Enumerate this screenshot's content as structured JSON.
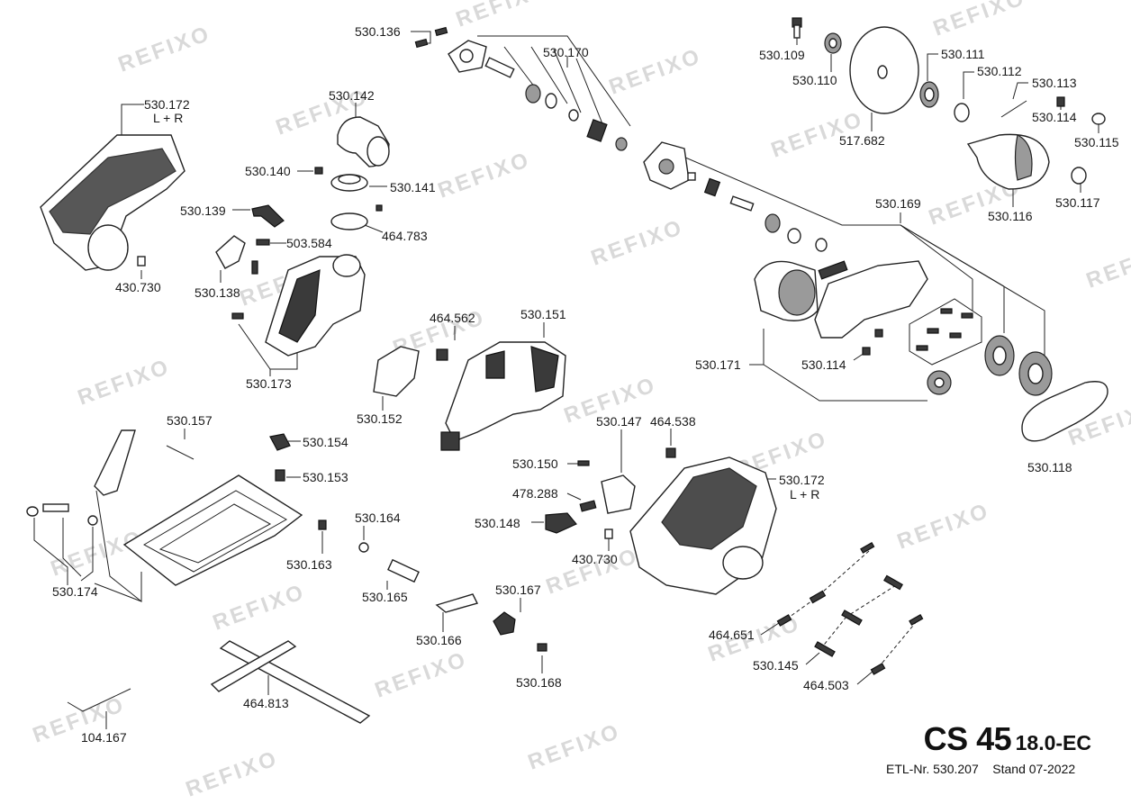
{
  "watermark": "REFIXO",
  "title": {
    "model": "CS 45",
    "variant": "18.0-EC",
    "etl": "ETL-Nr. 530.207",
    "stand": "Stand 07-2022"
  },
  "labels": {
    "p530136": "530.136",
    "p530170": "530.170",
    "p530109": "530.109",
    "p530110": "530.110",
    "p530111": "530.111",
    "p530112": "530.112",
    "p530113": "530.113",
    "p530114a": "530.114",
    "p530115": "530.115",
    "p530116": "530.116",
    "p530117": "530.117",
    "p517682": "517.682",
    "p530172a": "530.172",
    "p530172a_lr": "L + R",
    "p530142": "530.142",
    "p530140": "530.140",
    "p530141": "530.141",
    "p464783": "464.783",
    "p530139": "530.139",
    "p503584": "503.584",
    "p430730a": "430.730",
    "p530138": "530.138",
    "p530173": "530.173",
    "p530169": "530.169",
    "p464562": "464.562",
    "p530151": "530.151",
    "p530171": "530.171",
    "p530114b": "530.114",
    "p530118": "530.118",
    "p530152": "530.152",
    "p530157": "530.157",
    "p530154": "530.154",
    "p530153": "530.153",
    "p464538": "464.538",
    "p530147": "530.147",
    "p530150": "530.150",
    "p530172b": "530.172",
    "p530172b_lr": "L + R",
    "p478288": "478.288",
    "p530148": "530.148",
    "p430730b": "430.730",
    "p530164": "530.164",
    "p530163": "530.163",
    "p530174": "530.174",
    "p530165": "530.165",
    "p530167": "530.167",
    "p530166": "530.166",
    "p464651": "464.651",
    "p530145": "530.145",
    "p464503": "464.503",
    "p530168": "530.168",
    "p464813": "464.813",
    "p104167": "104.167"
  }
}
